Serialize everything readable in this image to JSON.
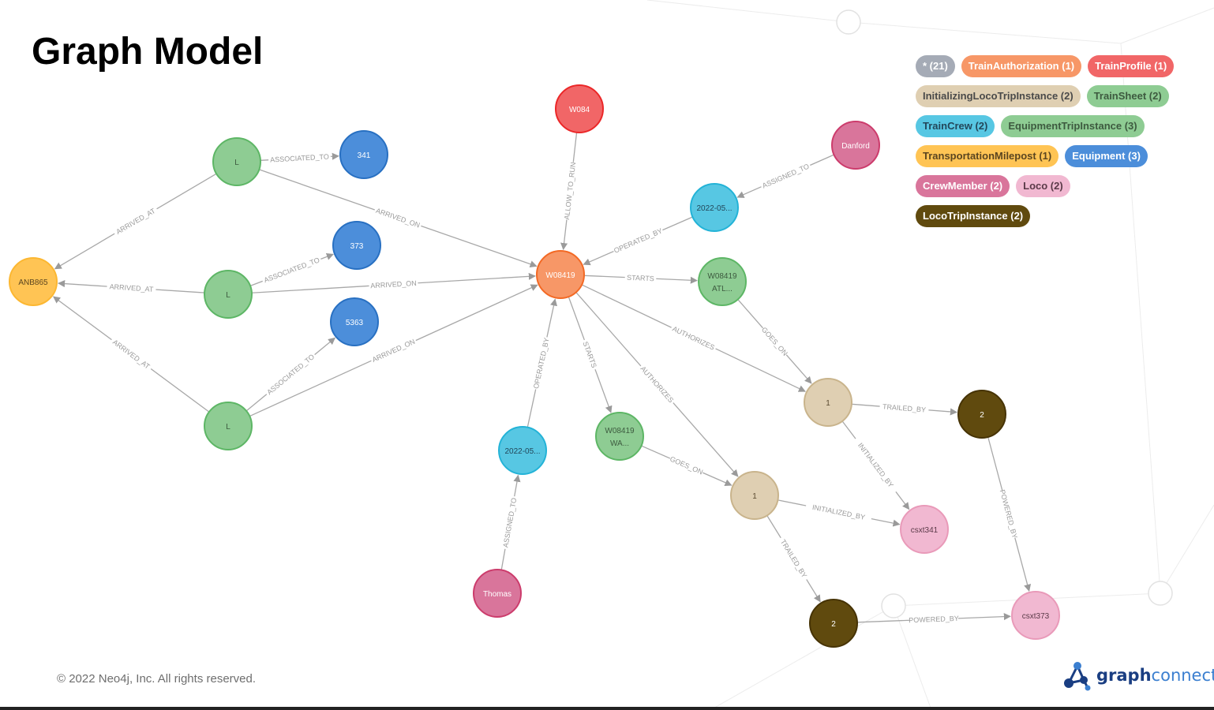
{
  "title": "Graph Model",
  "footer": {
    "copyright": "© 2022 Neo4j, Inc. All rights reserved.",
    "brand_bold": "graph",
    "brand_thin": "connect"
  },
  "colors": {
    "green": "#8ecc93",
    "blue": "#4c8eda",
    "orange": "#f79767",
    "yellow": "#ffc454",
    "red": "#f16667",
    "pink": "#d9759b",
    "lightblue": "#57c7e3",
    "tan": "#dfcfb2",
    "lightpink": "#f1b8d1",
    "brown": "#604a0e",
    "gray": "#a5abb6"
  },
  "legend": [
    [
      {
        "label": "* (21)",
        "bg": "#a5abb6",
        "fg": "#ffffff"
      },
      {
        "label": "TrainAuthorization (1)",
        "bg": "#f79767",
        "fg": "#ffffff"
      },
      {
        "label": "TrainProfile (1)",
        "bg": "#f16667",
        "fg": "#ffffff"
      }
    ],
    [
      {
        "label": "InitializingLocoTripInstance (2)",
        "bg": "#dfcfb2",
        "fg": "#4a4a4a"
      },
      {
        "label": "TrainSheet (2)",
        "bg": "#8ecc93",
        "fg": "#3d5a3f"
      }
    ],
    [
      {
        "label": "TrainCrew (2)",
        "bg": "#57c7e3",
        "fg": "#23475a"
      },
      {
        "label": "EquipmentTripInstance (3)",
        "bg": "#8ecc93",
        "fg": "#3d5a3f"
      }
    ],
    [
      {
        "label": "TransportationMilepost (1)",
        "bg": "#ffc454",
        "fg": "#5a4520"
      },
      {
        "label": "Equipment (3)",
        "bg": "#4c8eda",
        "fg": "#ffffff"
      }
    ],
    [
      {
        "label": "CrewMember (2)",
        "bg": "#d9759b",
        "fg": "#ffffff"
      },
      {
        "label": "Loco (2)",
        "bg": "#f1b8d1",
        "fg": "#5a3a48"
      }
    ],
    [
      {
        "label": "LocoTripInstance (2)",
        "bg": "#604a0e",
        "fg": "#ffffff"
      }
    ]
  ],
  "nodes": [
    {
      "id": "mp",
      "label": "ANB865",
      "color": "yellow"
    },
    {
      "id": "L1",
      "label": "L",
      "color": "green"
    },
    {
      "id": "L2",
      "label": "L",
      "color": "green"
    },
    {
      "id": "L3",
      "label": "L",
      "color": "green"
    },
    {
      "id": "e341",
      "label": "341",
      "color": "blue"
    },
    {
      "id": "e373",
      "label": "373",
      "color": "blue"
    },
    {
      "id": "e5363",
      "label": "5363",
      "color": "blue"
    },
    {
      "id": "auth",
      "label": "W08419",
      "color": "orange"
    },
    {
      "id": "prof",
      "label": "W084",
      "color": "red"
    },
    {
      "id": "darf",
      "label": "Danford",
      "color": "pink"
    },
    {
      "id": "crew1",
      "label": "2022-05...",
      "color": "lightblue"
    },
    {
      "id": "ts1",
      "label": "W08419 ATL...",
      "color": "green"
    },
    {
      "id": "crew2",
      "label": "2022-05...",
      "color": "lightblue"
    },
    {
      "id": "thom",
      "label": "Thomas",
      "color": "pink"
    },
    {
      "id": "ts2",
      "label": "W08419 WA...",
      "color": "green"
    },
    {
      "id": "ilt1",
      "label": "1",
      "color": "tan"
    },
    {
      "id": "ilt2",
      "label": "1",
      "color": "tan"
    },
    {
      "id": "lt1",
      "label": "2",
      "color": "brown"
    },
    {
      "id": "lt2",
      "label": "2",
      "color": "brown"
    },
    {
      "id": "loco1",
      "label": "csxt341",
      "color": "lightpink"
    },
    {
      "id": "loco2",
      "label": "csxt373",
      "color": "lightpink"
    }
  ],
  "edges": [
    {
      "from": "L1",
      "to": "e341",
      "label": "ASSOCIATED_TO"
    },
    {
      "from": "L2",
      "to": "e373",
      "label": "ASSOCIATED_TO"
    },
    {
      "from": "L3",
      "to": "e5363",
      "label": "ASSOCIATED_TO"
    },
    {
      "from": "L1",
      "to": "mp",
      "label": "ARRIVED_AT"
    },
    {
      "from": "L2",
      "to": "mp",
      "label": "ARRIVED_AT"
    },
    {
      "from": "L3",
      "to": "mp",
      "label": "ARRIVED_AT"
    },
    {
      "from": "L1",
      "to": "auth",
      "label": "ARRIVED_ON"
    },
    {
      "from": "L2",
      "to": "auth",
      "label": "ARRIVED_ON"
    },
    {
      "from": "L3",
      "to": "auth",
      "label": "ARRIVED_ON"
    },
    {
      "from": "prof",
      "to": "auth",
      "label": "ALLOW_TO_RUN"
    },
    {
      "from": "darf",
      "to": "crew1",
      "label": "ASSIGNED_TO"
    },
    {
      "from": "crew1",
      "to": "auth",
      "label": "OPERATED_BY"
    },
    {
      "from": "auth",
      "to": "ts1",
      "label": "STARTS"
    },
    {
      "from": "crew2",
      "to": "auth",
      "label": "OPERATED_BY"
    },
    {
      "from": "thom",
      "to": "crew2",
      "label": "ASSIGNED_TO"
    },
    {
      "from": "auth",
      "to": "ts2",
      "label": "STARTS"
    },
    {
      "from": "auth",
      "to": "ilt1",
      "label": "AUTHORIZES"
    },
    {
      "from": "auth",
      "to": "ilt2",
      "label": "AUTHORIZES"
    },
    {
      "from": "ts1",
      "to": "ilt1",
      "label": "GOES_ON"
    },
    {
      "from": "ts2",
      "to": "ilt2",
      "label": "GOES_ON"
    },
    {
      "from": "ilt1",
      "to": "lt1",
      "label": "TRAILED_BY"
    },
    {
      "from": "ilt1",
      "to": "loco1",
      "label": "INITIALIZED_BY"
    },
    {
      "from": "ilt2",
      "to": "loco1",
      "label": "INITIALIZED_BY"
    },
    {
      "from": "ilt2",
      "to": "lt2",
      "label": "TRAILED_BY"
    },
    {
      "from": "lt1",
      "to": "loco2",
      "label": "POWERED_BY"
    },
    {
      "from": "lt2",
      "to": "loco2",
      "label": "POWERED_BY"
    }
  ]
}
